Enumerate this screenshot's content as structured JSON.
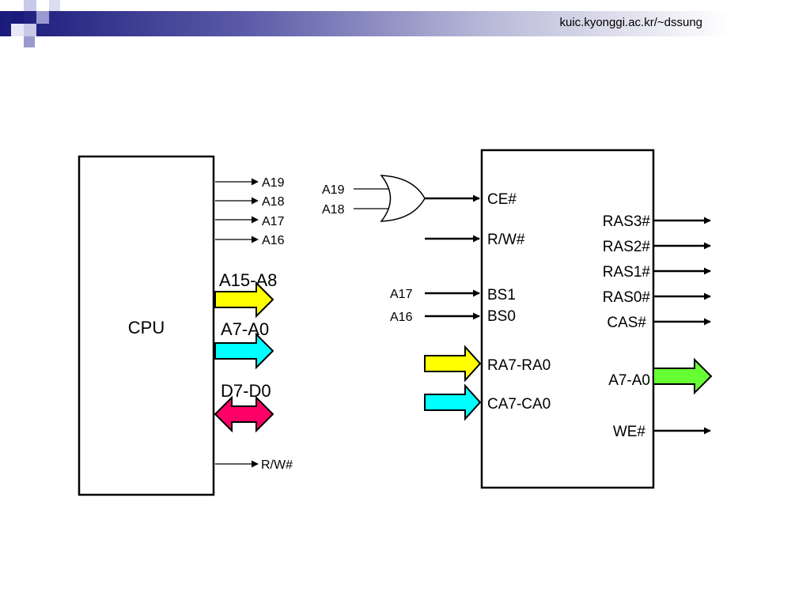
{
  "header": {
    "url": "kuic.kyonggi.ac.kr/~dssung"
  },
  "colors": {
    "yellow": "#ffff00",
    "cyan": "#00ffff",
    "magenta": "#ff0066",
    "green": "#66ff33",
    "header_dark": "#1a1a7a"
  },
  "cpu": {
    "label": "CPU",
    "lines": [
      "A19",
      "A18",
      "A17",
      "A16"
    ],
    "buses": [
      "A15-A8",
      "A7-A0",
      "D7-D0"
    ],
    "rw": "R/W#"
  },
  "gate": {
    "inputs": [
      "A19",
      "A18"
    ]
  },
  "controller": {
    "left_pins": [
      "CE#",
      "R/W#",
      "BS1",
      "BS0",
      "RA7-RA0",
      "CA7-CA0"
    ],
    "bs_inputs": [
      "A17",
      "A16"
    ],
    "right_pins": [
      "RAS3#",
      "RAS2#",
      "RAS1#",
      "RAS0#",
      "CAS#",
      "A7-A0",
      "WE#"
    ]
  }
}
